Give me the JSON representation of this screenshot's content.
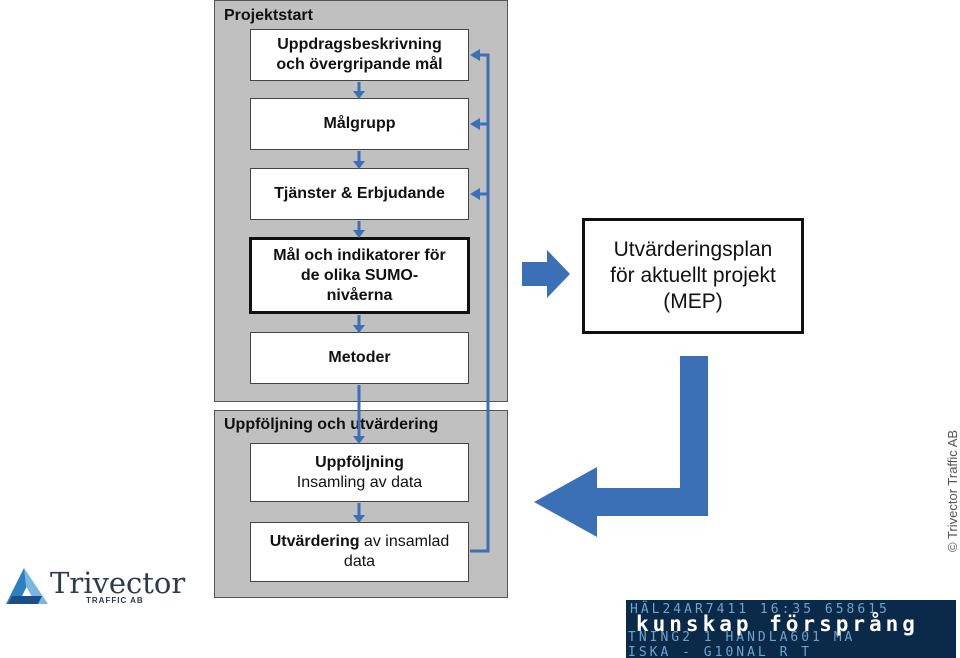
{
  "panel_top": {
    "title": "Projektstart"
  },
  "panel_bottom": {
    "title": "Uppföljning och utvärdering"
  },
  "boxes": {
    "uppdrag": {
      "line1": "Uppdragsbeskrivning",
      "line2": "och övergripande mål"
    },
    "malgrupp": {
      "text": "Målgrupp"
    },
    "tjanster": {
      "text": "Tjänster & Erbjudande"
    },
    "mal": {
      "line1": "Mål och indikatorer för",
      "line2": "de olika SUMO-",
      "line3": "nivåerna"
    },
    "metoder": {
      "text": "Metoder"
    },
    "uppfoljning": {
      "line1": "Uppföljning",
      "line2": "Insamling av data"
    },
    "utvardering": {
      "bold": "Utvärdering",
      "rest": " av insamlad",
      "line2": "data"
    }
  },
  "mep": {
    "line1": "Utvärderingsplan",
    "line2": "för aktuellt projekt",
    "line3": "(MEP)"
  },
  "copyright": "© Trivector Traffic AB",
  "logo": {
    "name": "Trivector",
    "sub": "TRAFFIC AB"
  },
  "banner": {
    "main": "kunskap försprång",
    "noise1": "HÄL24AR7411 16:35 658615",
    "noise2": "TNING2 1 HANDLA601 MA",
    "noise3": "ISKA  -  G10NAL R  T"
  },
  "colors": {
    "panel": "#c0c0c0",
    "arrow": "#3b6fb6",
    "banner": "#0b2a4a"
  }
}
